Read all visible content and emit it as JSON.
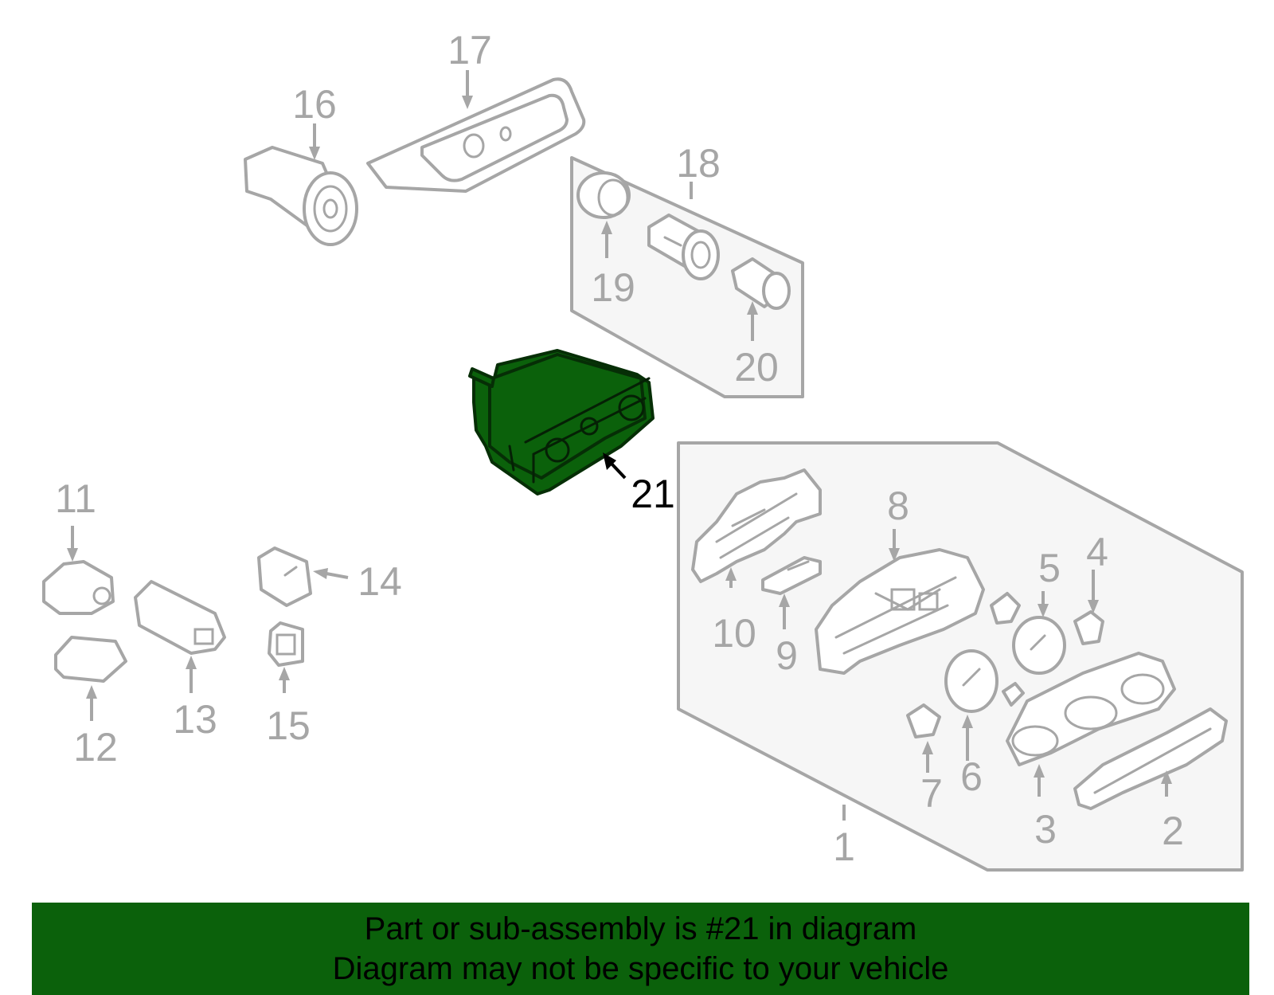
{
  "colors": {
    "highlight": "#0b610b",
    "line": "#a6a6a6",
    "group_fill": "#f6f6f6",
    "label_active": "#000000"
  },
  "highlighted_part": "21",
  "callouts": {
    "c1": "1",
    "c2": "2",
    "c3": "3",
    "c4": "4",
    "c5": "5",
    "c6": "6",
    "c7": "7",
    "c8": "8",
    "c9": "9",
    "c10": "10",
    "c11": "11",
    "c12": "12",
    "c13": "13",
    "c14": "14",
    "c15": "15",
    "c16": "16",
    "c17": "17",
    "c18": "18",
    "c19": "19",
    "c20": "20",
    "c21": "21"
  },
  "banner": {
    "line1": "Part or sub-assembly is #21 in diagram",
    "line2": "Diagram may not be specific to your vehicle"
  }
}
